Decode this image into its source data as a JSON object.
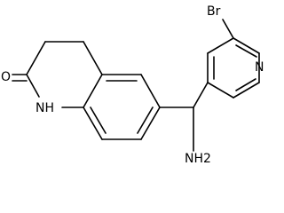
{
  "structure": {
    "atoms": {
      "bromine": "Br",
      "pyridine_nitrogen": "N",
      "carbonyl_oxygen": "O",
      "amide_nh": "NH",
      "amine": "NH2"
    },
    "line_color": "#000000",
    "background": "#ffffff"
  }
}
